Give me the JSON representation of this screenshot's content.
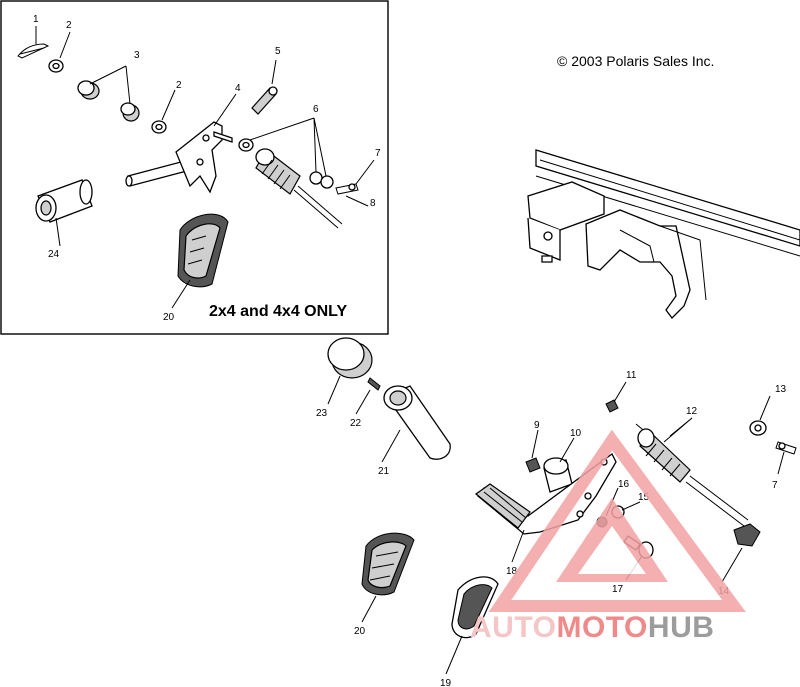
{
  "copyright": "© 2003 Polaris Sales Inc.",
  "inset_caption": "2x4 and 4x4 ONLY",
  "watermark": {
    "word_auto": "AUTO",
    "word_moto": "MOTO",
    "word_hub": "HUB",
    "colors": {
      "auto": "#f4c6c6",
      "moto": "#f08a8a",
      "hub": "#9c9c9c",
      "triangle": "#f3a3a3"
    }
  },
  "callouts": {
    "c1": "1",
    "c2": "2",
    "c3": "3",
    "c2b": "2",
    "c4": "4",
    "c5": "5",
    "c6": "6",
    "c7": "7",
    "c8": "8",
    "c24": "24",
    "c20": "20",
    "c11": "11",
    "c12": "12",
    "c13": "13",
    "c7b": "7",
    "c9": "9",
    "c10": "10",
    "c16": "16",
    "c15": "15",
    "c23": "23",
    "c22": "22",
    "c21": "21",
    "c18": "18",
    "c17": "17",
    "c14": "14",
    "c20b": "20",
    "c19": "19"
  }
}
